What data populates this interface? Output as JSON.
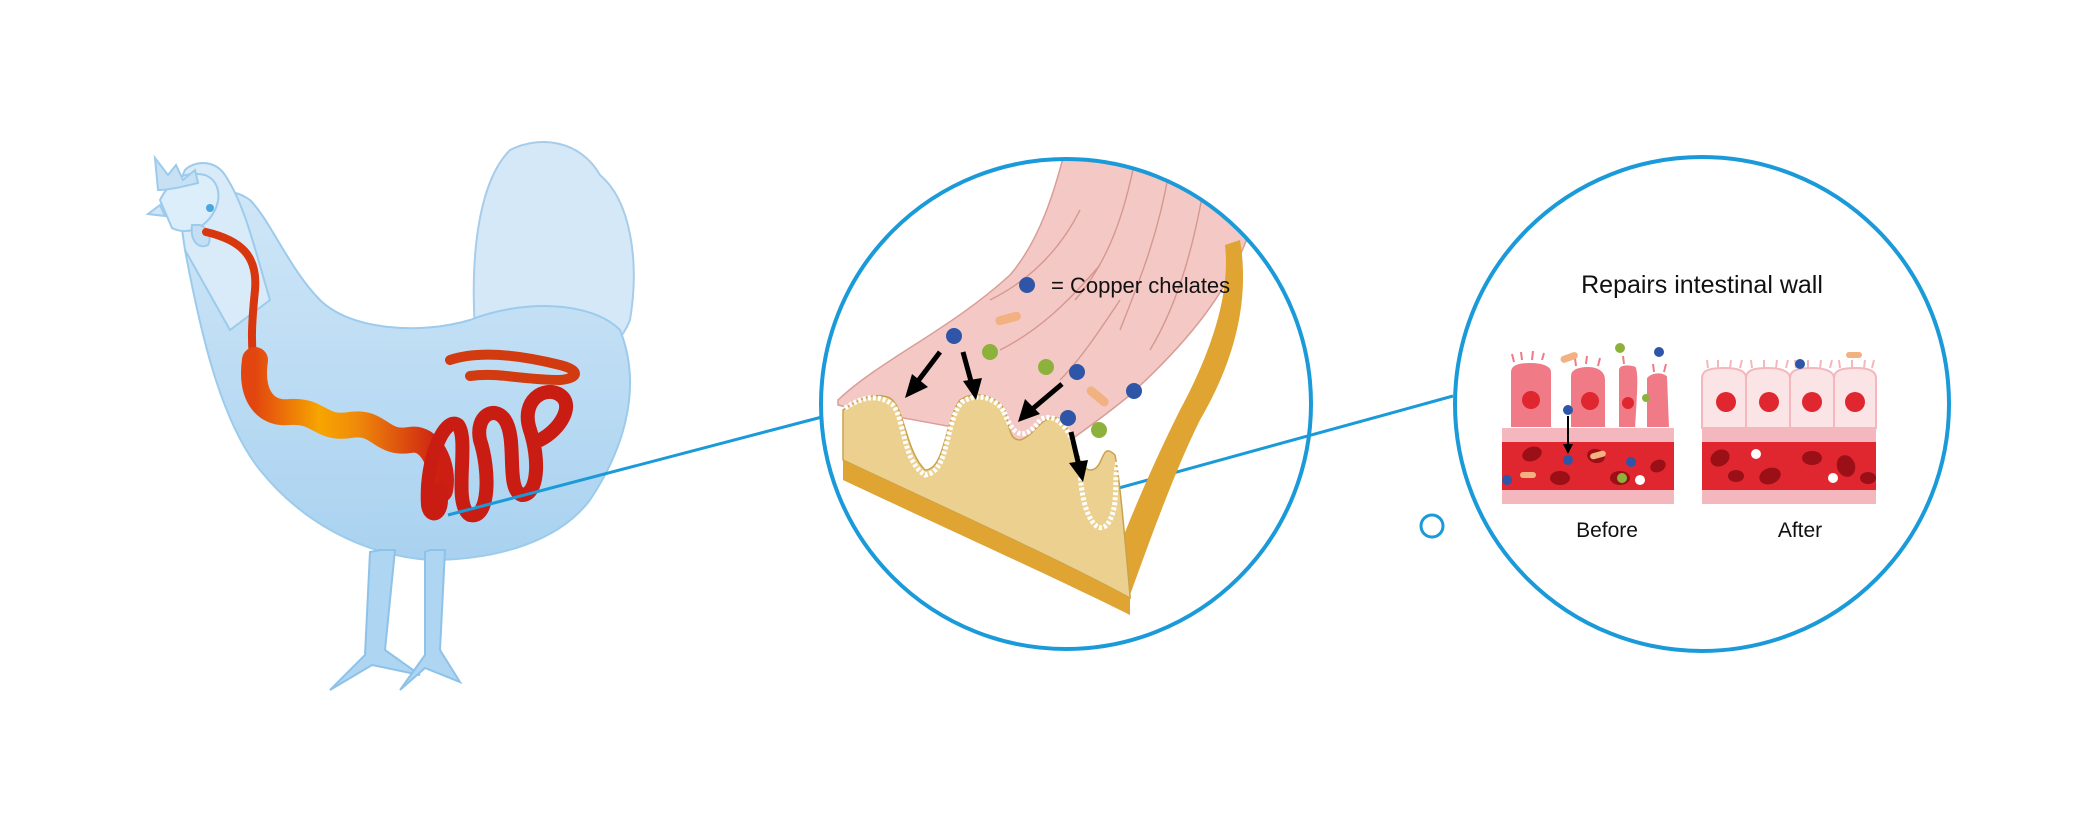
{
  "legend": {
    "copper_label": "= Copper chelates",
    "copper_marker": "blue-dot"
  },
  "comparison": {
    "title": "Repairs intestinal wall",
    "before_label": "Before",
    "after_label": "After"
  },
  "colors": {
    "accent_line": "#1a9ad9",
    "copper": "#2f55a8",
    "gut_dark": "#d8360f",
    "gut_light": "#f5a100",
    "chicken": "#bcdcf3",
    "tissue_pink": "#f2c3c0",
    "tissue_tan": "#ecd393",
    "blood_red": "#e0262e",
    "cell_pink": "#f07a86"
  }
}
